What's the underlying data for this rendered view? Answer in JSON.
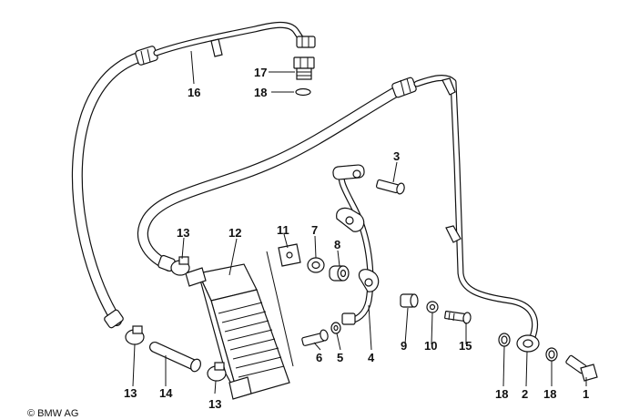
{
  "diagram": {
    "copyright": "© BMW AG",
    "callouts": [
      {
        "id": "c16",
        "text": "16"
      },
      {
        "id": "c17",
        "text": "17"
      },
      {
        "id": "c18a",
        "text": "18"
      },
      {
        "id": "c3",
        "text": "3"
      },
      {
        "id": "c11",
        "text": "11"
      },
      {
        "id": "c12",
        "text": "12"
      },
      {
        "id": "c13a",
        "text": "13"
      },
      {
        "id": "c7",
        "text": "7"
      },
      {
        "id": "c8",
        "text": "8"
      },
      {
        "id": "c9",
        "text": "9"
      },
      {
        "id": "c10",
        "text": "10"
      },
      {
        "id": "c15",
        "text": "15"
      },
      {
        "id": "c6",
        "text": "6"
      },
      {
        "id": "c5",
        "text": "5"
      },
      {
        "id": "c4",
        "text": "4"
      },
      {
        "id": "c13b",
        "text": "13"
      },
      {
        "id": "c14",
        "text": "14"
      },
      {
        "id": "c13c",
        "text": "13"
      },
      {
        "id": "c18b",
        "text": "18"
      },
      {
        "id": "c2",
        "text": "2"
      },
      {
        "id": "c18c",
        "text": "18"
      },
      {
        "id": "c1",
        "text": "1"
      }
    ]
  }
}
